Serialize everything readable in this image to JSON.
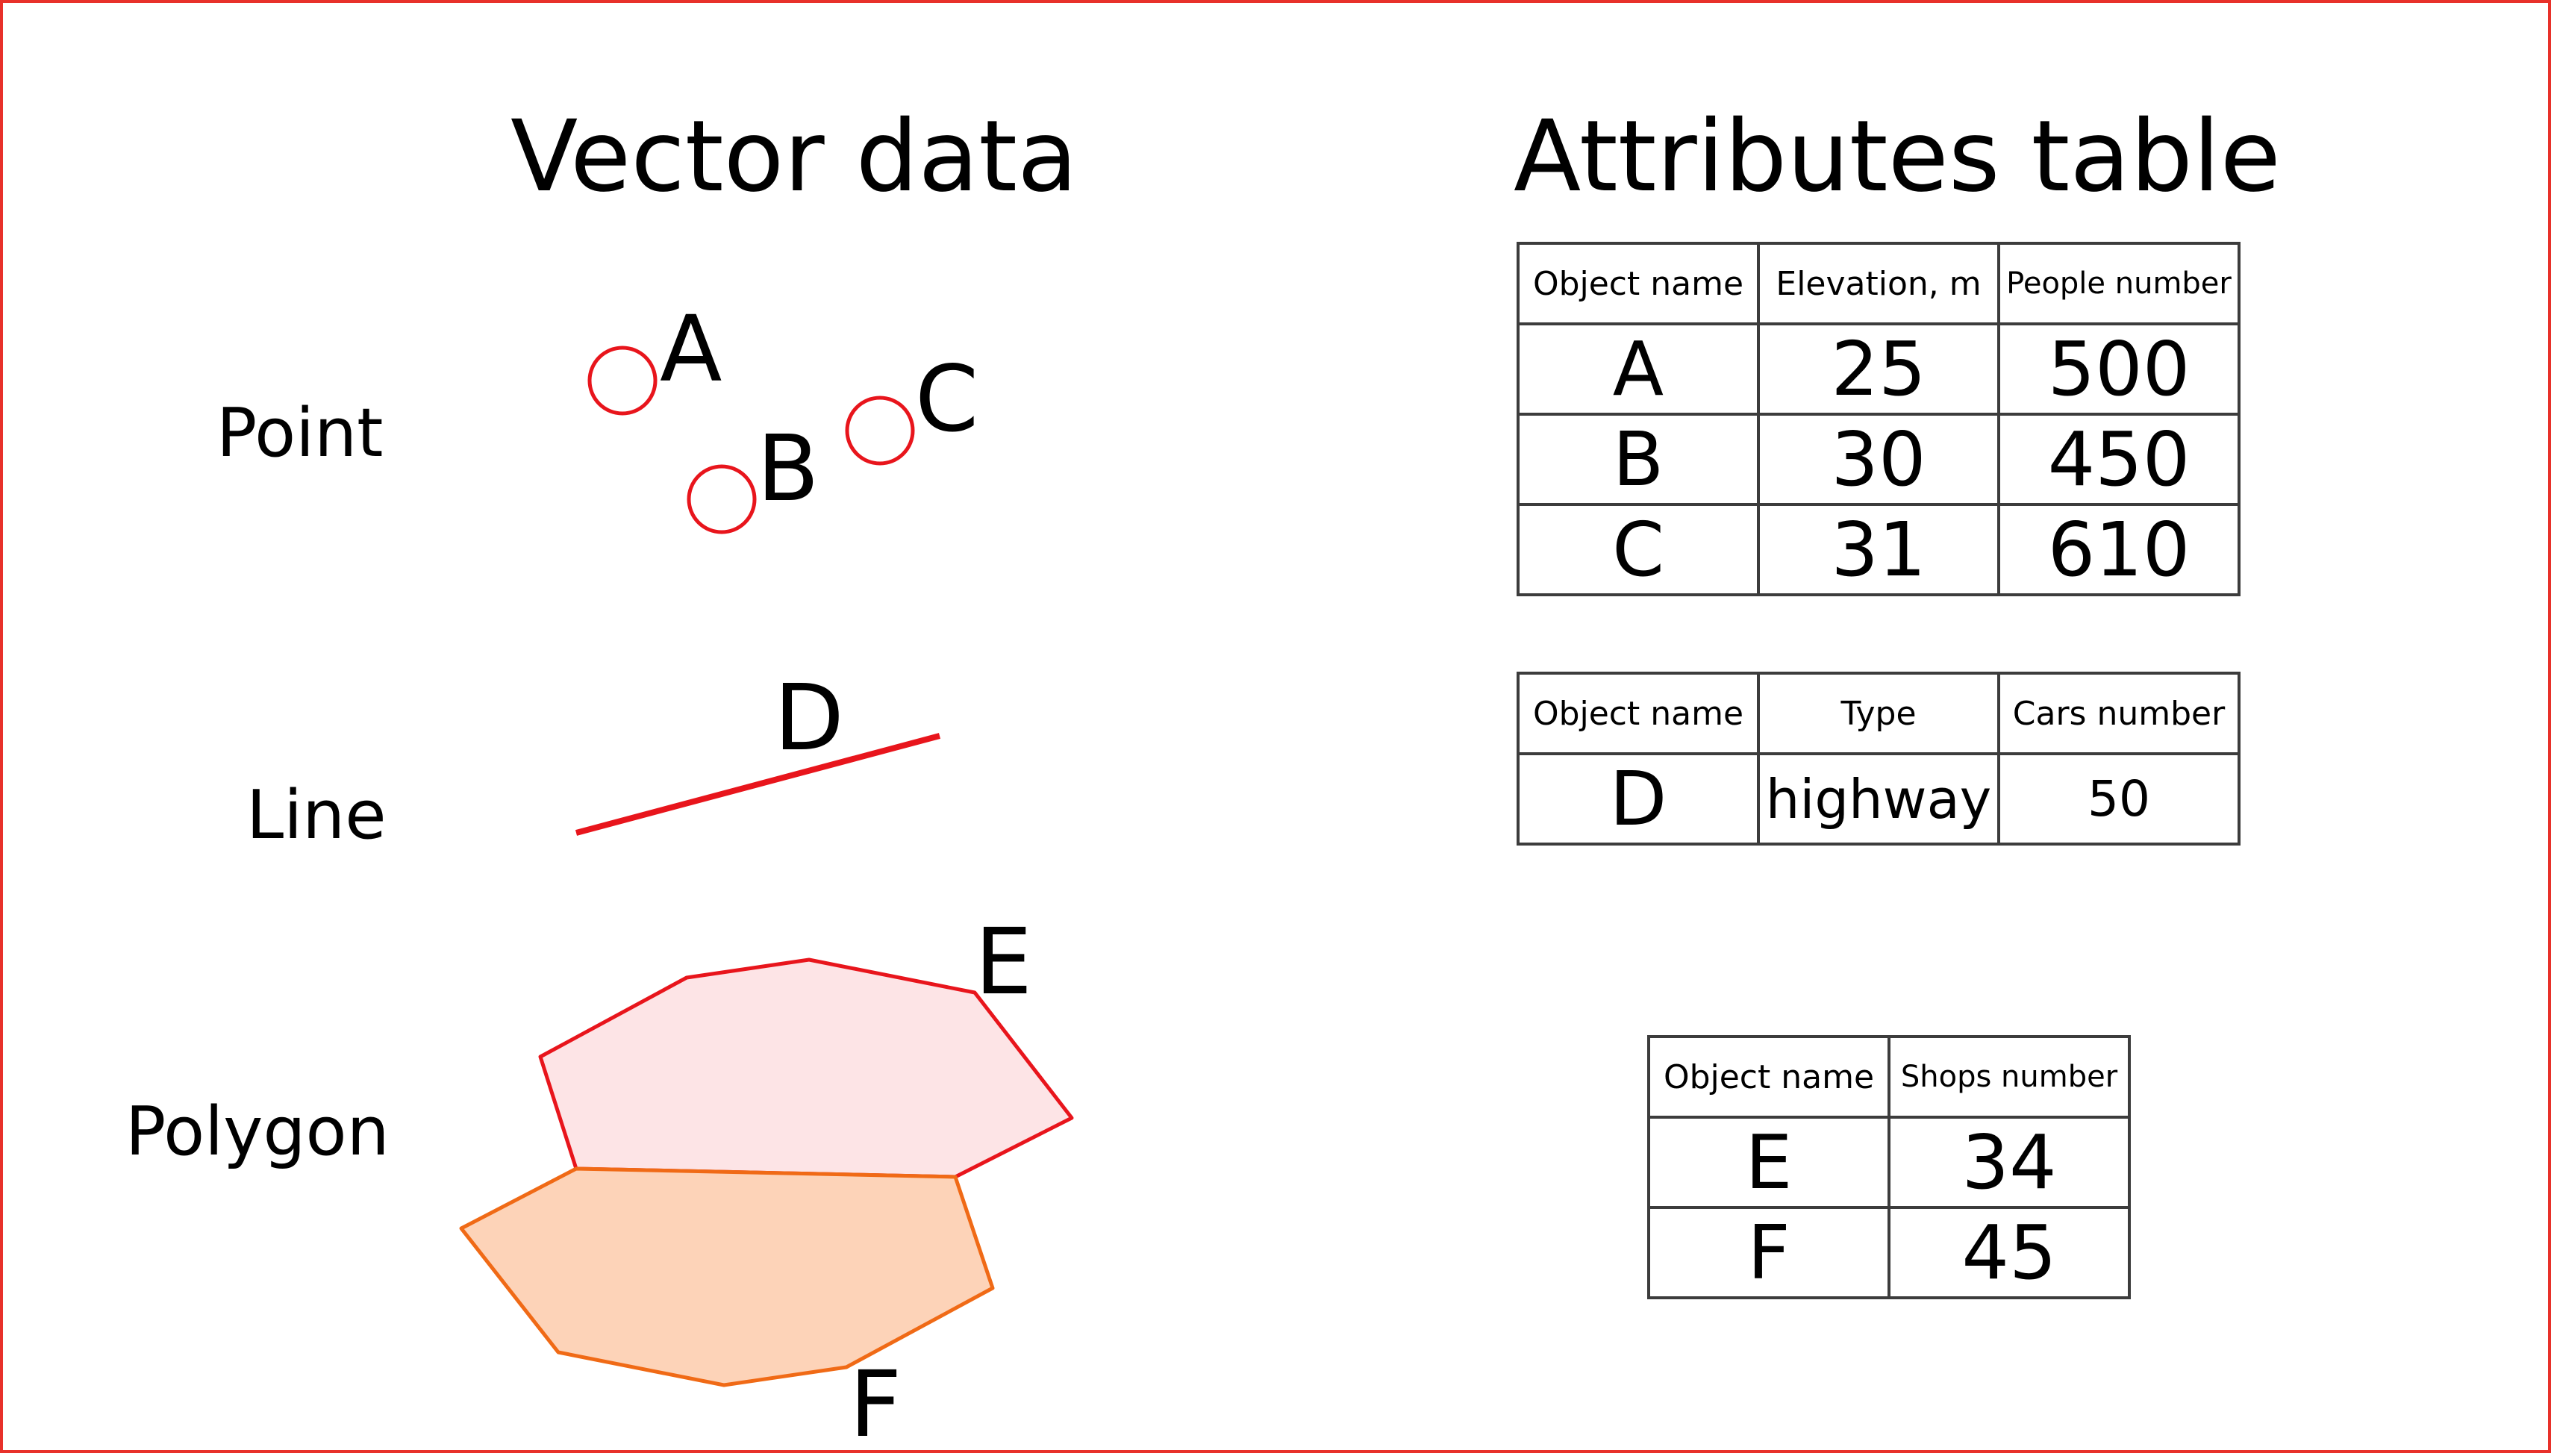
{
  "frame_color": "#e8312a",
  "vector_title": "Vector data",
  "attributes_title": "Attributes table",
  "row_labels": {
    "point": "Point",
    "line": "Line",
    "polygon": "Polygon"
  },
  "feature_labels": {
    "a": "A",
    "b": "B",
    "c": "C",
    "d": "D",
    "e": "E",
    "f": "F"
  },
  "style": {
    "point_stroke": "#e8151c",
    "line_color": "#e8151c",
    "polygon_e_stroke": "#e8151c",
    "polygon_e_fill": "#fde4e6",
    "polygon_f_stroke": "#f06a16",
    "polygon_f_fill": "#fdd3b8"
  },
  "tables": {
    "points": {
      "headers": [
        "Object name",
        "Elevation, m",
        "People number"
      ],
      "rows": [
        [
          "A",
          "25",
          "500"
        ],
        [
          "B",
          "30",
          "450"
        ],
        [
          "C",
          "31",
          "610"
        ]
      ]
    },
    "lines": {
      "headers": [
        "Object name",
        "Type",
        "Cars number"
      ],
      "rows": [
        [
          "D",
          "highway",
          "50"
        ]
      ]
    },
    "polygons": {
      "headers": [
        "Object name",
        "Shops number"
      ],
      "rows": [
        [
          "E",
          "34"
        ],
        [
          "F",
          "45"
        ]
      ]
    }
  }
}
